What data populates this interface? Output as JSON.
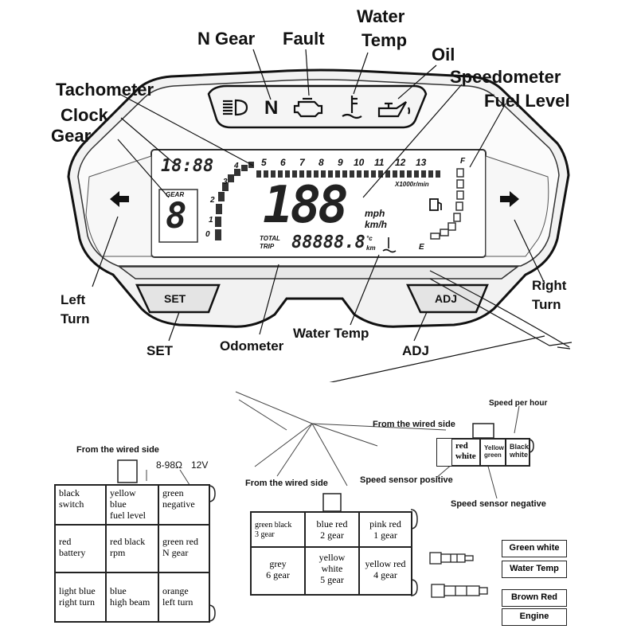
{
  "dashboard": {
    "callouts": {
      "n_gear": "N Gear",
      "fault": "Fault",
      "water_temp_top_1": "Water",
      "water_temp_top_2": "Temp",
      "oil": "Oil",
      "tachometer": "Tachometer",
      "speedometer": "Speedometer",
      "clock": "Clock",
      "fuel_level": "Fuel Level",
      "gear": "Gear",
      "left_turn_1": "Left",
      "left_turn_2": "Turn",
      "right_turn_1": "Right",
      "right_turn_2": "Turn",
      "set": "SET",
      "odometer": "Odometer",
      "water_temp_bottom": "Water Temp",
      "adj": "ADJ"
    },
    "indicators": {
      "n_letter": "N"
    },
    "lcd": {
      "clock": "18:88",
      "gear_label": "GEAR",
      "gear_digit": "8",
      "tach_numbers": [
        "0",
        "1",
        "2",
        "3",
        "4",
        "5",
        "6",
        "7",
        "8",
        "9",
        "10",
        "11",
        "12",
        "13"
      ],
      "tach_unit": "X1000r/min",
      "speed_digits": "188",
      "unit_mph": "mph",
      "unit_kmh": "km/h",
      "total_label": "TOTAL",
      "trip_label": "TRIP",
      "odometer_digits": "88888.8",
      "odo_unit_c": "°c",
      "odo_unit_km": "km",
      "fuel_f": "F",
      "fuel_e": "E"
    },
    "buttons": {
      "set": "SET",
      "adj": "ADJ"
    }
  },
  "wiring": {
    "left_connector": {
      "from_label": "From the wired side",
      "resistance_label": "8-98Ω",
      "voltage_label": "12V",
      "cells": [
        [
          "black\nswitch",
          "yellow\nblue\nfuel level",
          "green\nnegative"
        ],
        [
          "red\nbattery",
          "red black\nrpm",
          "green red\nN gear"
        ],
        [
          "light blue\nright turn",
          "blue\nhigh beam",
          "orange\nleft turn"
        ]
      ]
    },
    "middle_connector": {
      "from_label": "From the wired side",
      "cells": [
        [
          "green black\n3 gear",
          "blue red\n2 gear",
          "pink red\n1 gear"
        ],
        [
          "grey\n6 gear",
          "yellow\nwhite\n5 gear",
          "yellow red\n4 gear"
        ]
      ]
    },
    "speed_sensor": {
      "from_label": "From the wired side",
      "speed_per_hour": "Speed per hour",
      "positive_label": "Speed sensor positive",
      "negative_label": "Speed sensor negative",
      "cells": [
        "red\nwhite",
        "Yellow\ngreen",
        "Black\nwhite"
      ]
    },
    "water_temp_connector": {
      "wire_label": "Green white",
      "function_label": "Water Temp"
    },
    "engine_connector": {
      "wire_label": "Brown Red",
      "function_label": "Engine"
    }
  }
}
